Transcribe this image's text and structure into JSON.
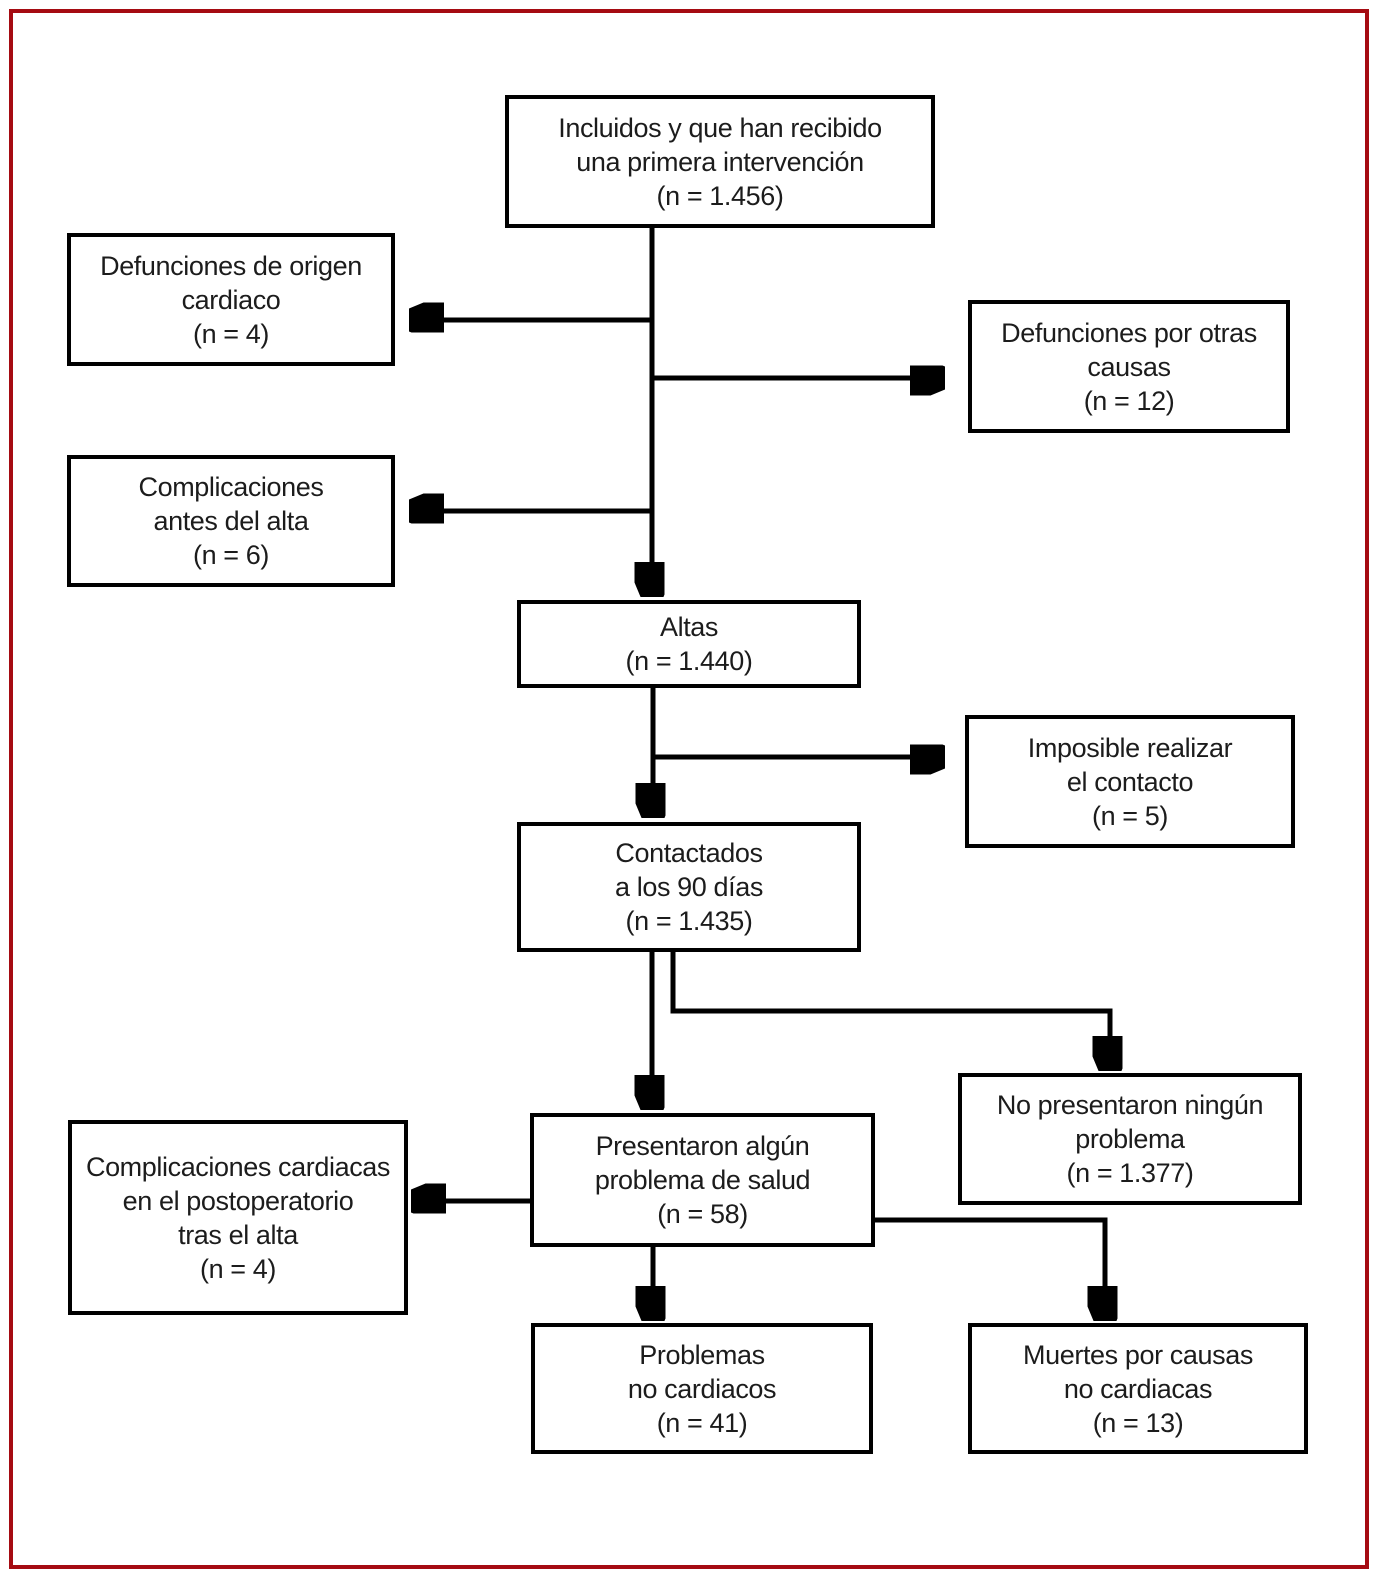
{
  "figure": {
    "type": "flowchart",
    "frame_color": "#a50b12",
    "line_color": "#000000",
    "box_border_color": "#000000",
    "text_color": "#1c1c1c",
    "nodes": {
      "included": "Incluidos y que han recibido\nuna primera intervención\n(n = 1.456)",
      "deaths_cardiac": "Defunciones de origen\ncardiaco\n(n = 4)",
      "deaths_other": "Defunciones por otras\ncausas\n(n = 12)",
      "complications_before_discharge": "Complicaciones\nantes del alta\n(n = 6)",
      "discharges": "Altas\n(n = 1.440)",
      "contact_impossible": "Imposible realizar\nel contacto\n(n = 5)",
      "contacted_90_days": "Contactados\na los 90 días\n(n = 1.435)",
      "no_problem": "No presentaron ningún\nproblema\n(n = 1.377)",
      "cardiac_complications_postop": "Complicaciones cardiacas\nen el postoperatorio\ntras el alta\n(n = 4)",
      "health_problem": "Presentaron algún\nproblema de salud\n(n = 58)",
      "noncardiac_problems": "Problemas\nno cardiacos\n(n = 41)",
      "noncardiac_deaths": "Muertes por causas\nno cardiacas\n(n = 13)"
    }
  }
}
